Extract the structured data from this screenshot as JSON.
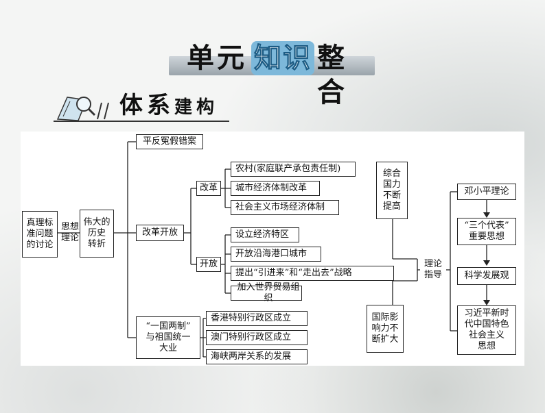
{
  "banner": {
    "part1": "单元",
    "part2": "知识",
    "part3": "整合"
  },
  "subheading": {
    "part1": "体系",
    "part2": "建构"
  },
  "diagram": {
    "root": {
      "l1": "真理标",
      "l2": "准问题",
      "l3": "的讨论"
    },
    "edge_root": {
      "l1": "思想",
      "l2": "理论"
    },
    "turning": {
      "l1": "伟大的",
      "l2": "历史",
      "l3": "转折"
    },
    "redress": "平反冤假错案",
    "reform_open": "改革开放",
    "reform": "改革",
    "reform_items": [
      "农村(家庭联产承包责任制)",
      "城市经济体制改革",
      "社会主义市场经济体制"
    ],
    "opening": "开放",
    "opening_items": [
      "设立经济特区",
      "开放沿海港口城市",
      "提出“引进来”和“走出去”战略",
      "加入世界贸易组织"
    ],
    "two_systems": {
      "l1": "“一国两制”",
      "l2": "与祖国统一",
      "l3": "大业"
    },
    "two_systems_items": [
      "香港特别行政区成立",
      "澳门特别行政区成立",
      "海峡两岸关系的发展"
    ],
    "national_power": {
      "l1": "综合",
      "l2": "国力",
      "l3": "不断",
      "l4": "提高"
    },
    "intl_influence": {
      "l1": "国际影",
      "l2": "响力不",
      "l3": "断扩大"
    },
    "guidance": {
      "l1": "理论",
      "l2": "指导"
    },
    "theories": [
      {
        "lines": [
          "邓小平理论"
        ]
      },
      {
        "lines": [
          "“三个代表”",
          "重要思想"
        ]
      },
      {
        "lines": [
          "科学发展观"
        ]
      },
      {
        "lines": [
          "习近平新时",
          "代中国特色",
          "社会主义",
          "思想"
        ]
      }
    ]
  }
}
